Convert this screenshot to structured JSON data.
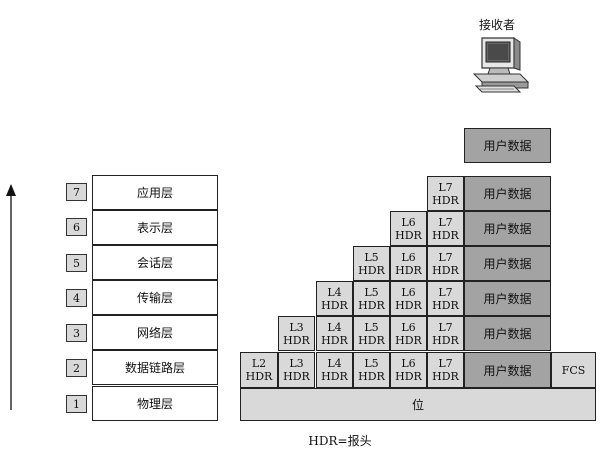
{
  "receiver_label": "接收者",
  "layers": [
    {
      "num": "7",
      "name": "应用层"
    },
    {
      "num": "6",
      "name": "表示层"
    },
    {
      "num": "5",
      "name": "会话层"
    },
    {
      "num": "4",
      "name": "传输层"
    },
    {
      "num": "3",
      "name": "网络层"
    },
    {
      "num": "2",
      "name": "数据链路层"
    },
    {
      "num": "1",
      "name": "物理层"
    }
  ],
  "headers": {
    "L2": [
      "L2",
      "HDR"
    ],
    "L3": [
      "L3",
      "HDR"
    ],
    "L4": [
      "L4",
      "HDR"
    ],
    "L5": [
      "L5",
      "HDR"
    ],
    "L6": [
      "L6",
      "HDR"
    ],
    "L7": [
      "L7",
      "HDR"
    ]
  },
  "user_data_label": "用户数据",
  "fcs_label": "FCS",
  "bits_label": "位",
  "legend": "HDR=报头"
}
